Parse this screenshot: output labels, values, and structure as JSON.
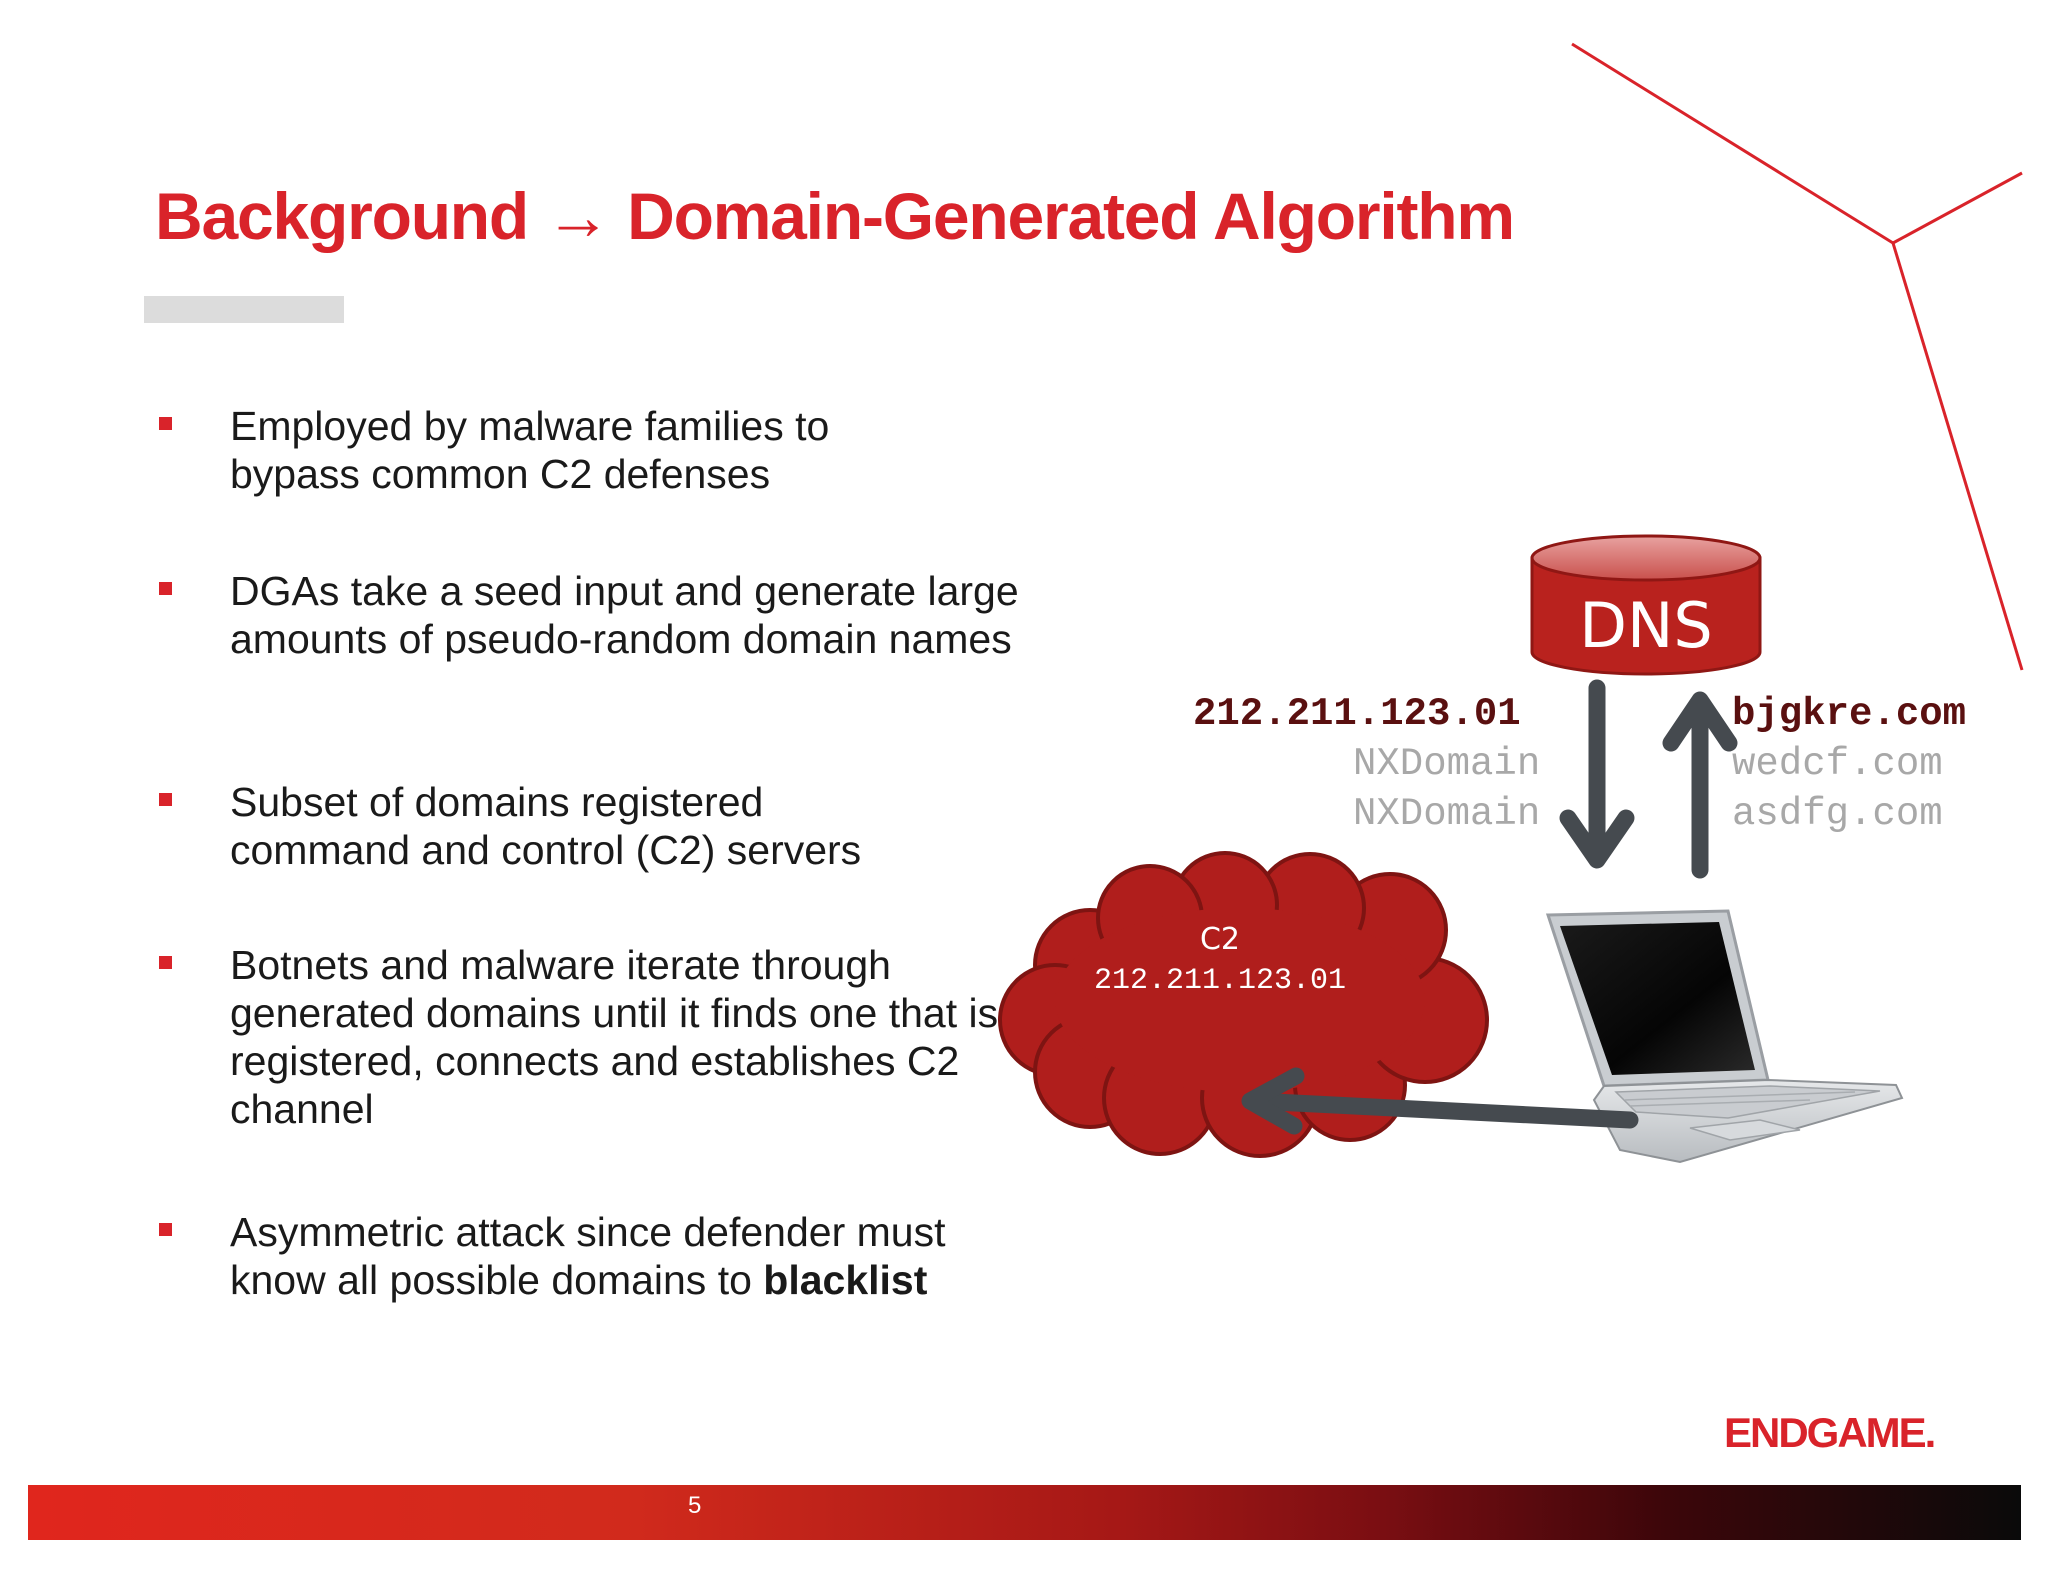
{
  "title": "Background → Domain-Generated Algorithm",
  "bullets": [
    {
      "text": "Employed by malware families to bypass common C2 defenses"
    },
    {
      "text": "DGAs take a seed input and generate large amounts of pseudo-random domain names"
    },
    {
      "text": "Subset of domains registered command and control (C2) servers"
    },
    {
      "text": "Botnets and malware iterate through generated domains until it finds one that is registered, connects and establishes C2 channel"
    },
    {
      "text": "Asymmetric attack since defender must know all possible domains to ",
      "bold": "blacklist"
    }
  ],
  "diagram": {
    "dns_label": "DNS",
    "responses": [
      "212.211.123.01",
      "NXDomain",
      "NXDomain"
    ],
    "queries": [
      "bjgkre.com",
      "wedcf.com",
      "asdfg.com"
    ],
    "c2_label": "C2",
    "c2_ip": "212.211.123.01"
  },
  "colors": {
    "accent": "#d9232a",
    "dns_fill": "#b9221e",
    "cloud_fill": "#b01e1c",
    "arrow": "#454a4f",
    "ip_highlight": "#5a1010",
    "ip_muted": "#a8a8a8"
  },
  "footer": {
    "page_number": "5",
    "logo": "ENDGAME."
  }
}
